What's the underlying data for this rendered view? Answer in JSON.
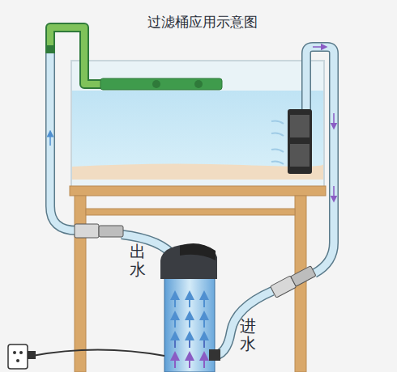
{
  "diagram": {
    "title": "过滤桶应用示意图",
    "labels": [
      "出水",
      "进水"
    ]
  }
}
